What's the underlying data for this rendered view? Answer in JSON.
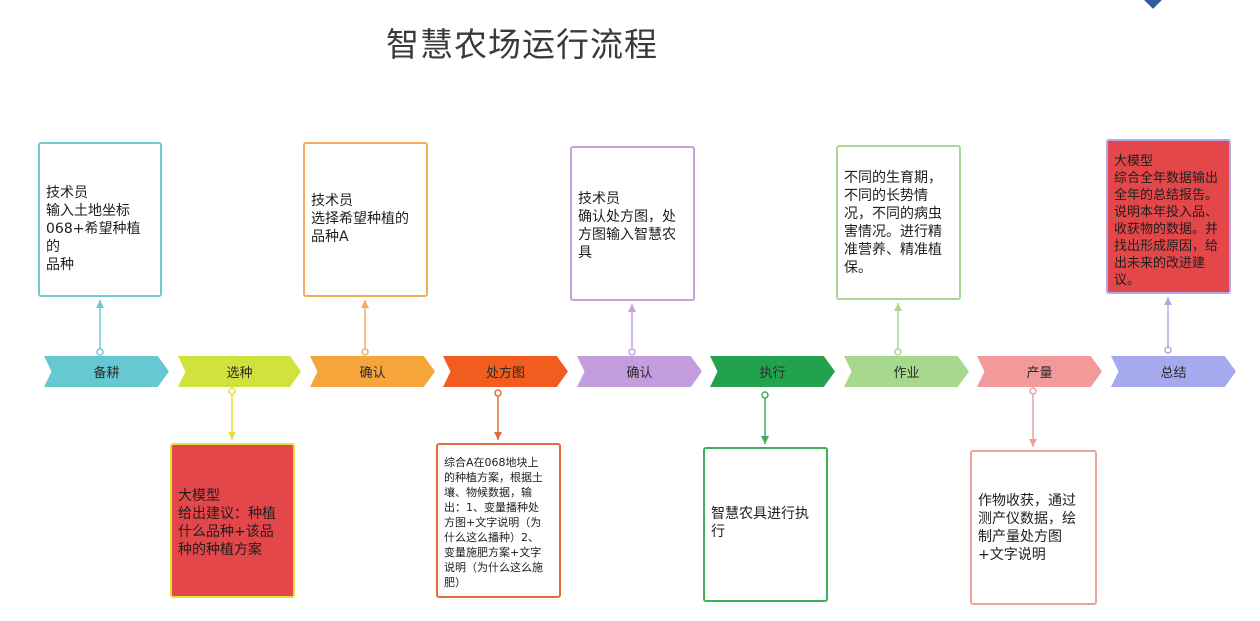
{
  "title": "智慧农场运行流程",
  "stages": [
    {
      "label": "备耕",
      "color": "#66c8d2"
    },
    {
      "label": "选种",
      "color": "#d2e23c"
    },
    {
      "label": "确认",
      "color": "#f6a53a"
    },
    {
      "label": "处方图",
      "color": "#f25c1e"
    },
    {
      "label": "确认",
      "color": "#c39ddd"
    },
    {
      "label": "执行",
      "color": "#22a24c"
    },
    {
      "label": "作业",
      "color": "#a6d88d"
    },
    {
      "label": "产量",
      "color": "#f2999a"
    },
    {
      "label": "总结",
      "color": "#a7a9ee"
    }
  ],
  "boxes": [
    {
      "text": "技术员\n输入土地坐标\n068+希望种植的\n品种",
      "border": "#72c9d4",
      "fill": "#ffffff"
    },
    {
      "text": "大模型\n给出建议：种植\n什么品种+该品\n种的种植方案",
      "border": "#e2df3e",
      "fill": "#e4474a"
    },
    {
      "text": "技术员\n选择希望种植的\n品种A",
      "border": "#f4ad5a",
      "fill": "#ffffff"
    },
    {
      "text": "综合A在068地块上\n的种植方案，根据土\n壤、物候数据，输\n出：1、变量播种处\n方图+文字说明（为\n什么这么播种）2、\n变量施肥方案+文字\n说明（为什么这么施\n肥）",
      "border": "#e36c3c",
      "fill": "#ffffff"
    },
    {
      "text": "技术员\n确认处方图，处\n方图输入智慧农\n具",
      "border": "#c3a2dd",
      "fill": "#ffffff"
    },
    {
      "text": "智慧农具进行执\n行",
      "border": "#3fae5a",
      "fill": "#ffffff"
    },
    {
      "text": "不同的生育期，\n不同的长势情\n况，不同的病虫\n害情况。进行精\n准营养、精准植\n保。",
      "border": "#a8d891",
      "fill": "#ffffff"
    },
    {
      "text": "作物收获，通过\n测产仪数据，绘\n制产量处方图\n+文字说明",
      "border": "#eea0a1",
      "fill": "#ffffff"
    },
    {
      "text": "大模型\n综合全年数据输出\n全年的总结报告。\n说明本年投入品、\n收获物的数据。并\n找出形成原因，给\n出未来的改进建\n议。",
      "border": "#b1a8ea",
      "fill": "#e4474a"
    }
  ]
}
